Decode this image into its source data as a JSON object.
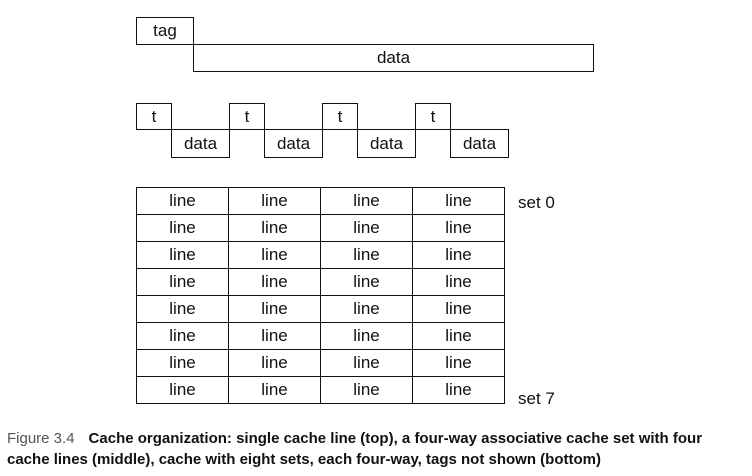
{
  "single_line": {
    "tag_label": "tag",
    "data_label": "data"
  },
  "set_lines": [
    {
      "tag": "t",
      "data": "data"
    },
    {
      "tag": "t",
      "data": "data"
    },
    {
      "tag": "t",
      "data": "data"
    },
    {
      "tag": "t",
      "data": "data"
    }
  ],
  "cache_grid": {
    "rows": [
      [
        "line",
        "line",
        "line",
        "line"
      ],
      [
        "line",
        "line",
        "line",
        "line"
      ],
      [
        "line",
        "line",
        "line",
        "line"
      ],
      [
        "line",
        "line",
        "line",
        "line"
      ],
      [
        "line",
        "line",
        "line",
        "line"
      ],
      [
        "line",
        "line",
        "line",
        "line"
      ],
      [
        "line",
        "line",
        "line",
        "line"
      ],
      [
        "line",
        "line",
        "line",
        "line"
      ]
    ],
    "first_set_label": "set 0",
    "last_set_label": "set 7"
  },
  "caption": {
    "figure_number": "Figure 3.4",
    "text": "Cache organization: single cache line (top), a four-way associative cache set with four cache lines (middle), cache with eight sets, each four-way, tags not shown (bottom)"
  }
}
